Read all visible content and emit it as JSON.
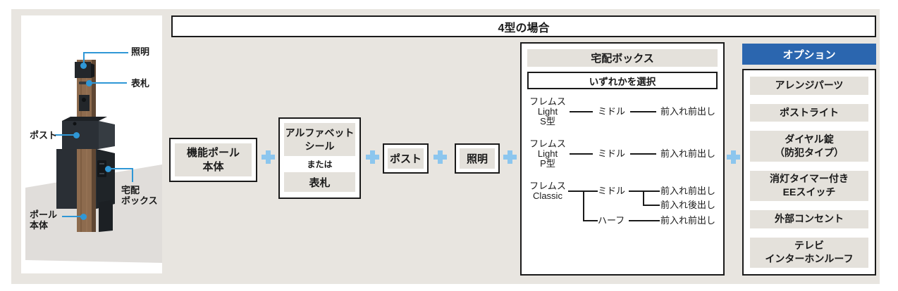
{
  "header": {
    "title": "4型の場合"
  },
  "photo": {
    "labels": {
      "light": "照明",
      "nameplate": "表札",
      "post": "ポスト",
      "delivery": "宅配\nボックス",
      "pole": "ポール\n本体"
    }
  },
  "flow": {
    "main_unit": "機能ポール\n本体",
    "alphabet_seal": "アルファベット\nシール",
    "or_label": "または",
    "nameplate": "表札",
    "post": "ポスト",
    "light": "照明"
  },
  "delivery_section": {
    "title": "宅配ボックス",
    "note": "いずれかを選択",
    "rows": [
      {
        "name": "フレムス\nLight\nS型",
        "size": "ミドル",
        "access": "前入れ前出し"
      },
      {
        "name": "フレムス\nLight\nP型",
        "size": "ミドル",
        "access": "前入れ前出し"
      },
      {
        "name": "フレムス\nClassic",
        "middle": {
          "size": "ミドル",
          "access_front": "前入れ前出し",
          "access_rear": "前入れ後出し"
        },
        "half": {
          "size": "ハーフ",
          "access": "前入れ前出し"
        }
      }
    ]
  },
  "options": {
    "title": "オプション",
    "items": [
      "アレンジパーツ",
      "ポストライト",
      "ダイヤル錠\n（防犯タイプ）",
      "消灯タイマー付き\nEEスイッチ",
      "外部コンセント",
      "テレビ\nインターホンルーフ"
    ]
  },
  "colors": {
    "accent_blue": "#2b66af",
    "plus_blue": "#8cc6ee",
    "callout_blue": "#2f97d6",
    "panel_beige": "#e8e5e0",
    "label_gray": "#e4e1db"
  }
}
